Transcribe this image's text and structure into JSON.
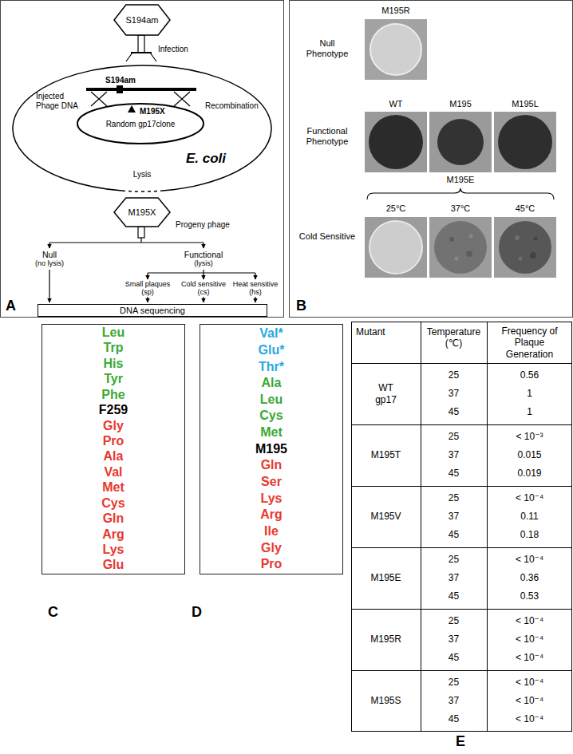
{
  "diagram": {
    "nodes": [
      {
        "text": [
          "A"
        ]
      },
      {
        "text": [
          "S194am"
        ],
        "in": 0
      },
      {
        "text": [
          "Injected Phage DNA",
          "S194am",
          "Recombination",
          "E. coli",
          "Lysis"
        ],
        "in": 0
      },
      {
        "text": [
          "M195X",
          "Random gp17clone"
        ],
        "in": 2
      },
      {
        "text": [
          "M195X"
        ],
        "in": 0
      },
      {
        "text": [
          "DNA sequencing"
        ],
        "in": 0
      },
      {
        "text": [
          "B"
        ]
      },
      {
        "text": [
          "Leu",
          "Trp",
          "His",
          "Tyr",
          "Phe",
          "F259",
          "Gly",
          "Pro",
          "Ala",
          "Val",
          "Met",
          "Cys",
          "Gln",
          "Arg",
          "Lys",
          "Glu"
        ]
      },
      {
        "text": [
          "Val*",
          "Glu*",
          "Thr*",
          "Ala",
          "Leu",
          "Cys",
          "Met",
          "M195",
          "Gln",
          "Ser",
          "Lys",
          "Arg",
          "Ile",
          "Gly",
          "Pro"
        ]
      }
    ],
    "labels": [
      "Infection",
      "Progeny phage",
      "Null",
      "(no lysis)",
      "Functional",
      "(lysis)",
      "Small plaques",
      "(sp)",
      "Cold sensitive",
      "(cs)",
      "Heat sensitive",
      "(hs)",
      "M195R",
      "Null Phenotype",
      "Functional Phenotype",
      "WT",
      "M195",
      "M195L",
      "M195E",
      "Cold Sensitive",
      "25°C",
      "37°C",
      "45°C",
      "C",
      "D",
      "Mutant",
      "Temperature (℃)",
      "Frequency of Plaque Generation",
      "WT gp17",
      "25",
      "37",
      "45",
      "0.56",
      "1",
      "1",
      "M195T",
      "25",
      "37",
      "45",
      "< 10⁻³",
      "0.015",
      "0.019",
      "M195V",
      "25",
      "37",
      "45",
      "< 10⁻⁴",
      "0.11",
      "0.18",
      "M195E",
      "25",
      "37",
      "45",
      "< 10⁻⁴",
      "0.36",
      "0.53",
      "M195R",
      "25",
      "37",
      "45",
      "< 10⁻⁴",
      "< 10⁻⁴",
      "< 10⁻⁴",
      "M195S",
      "25",
      "37",
      "45",
      "< 10⁻⁴",
      "< 10⁻⁴",
      "< 10⁻⁴",
      "E"
    ]
  }
}
